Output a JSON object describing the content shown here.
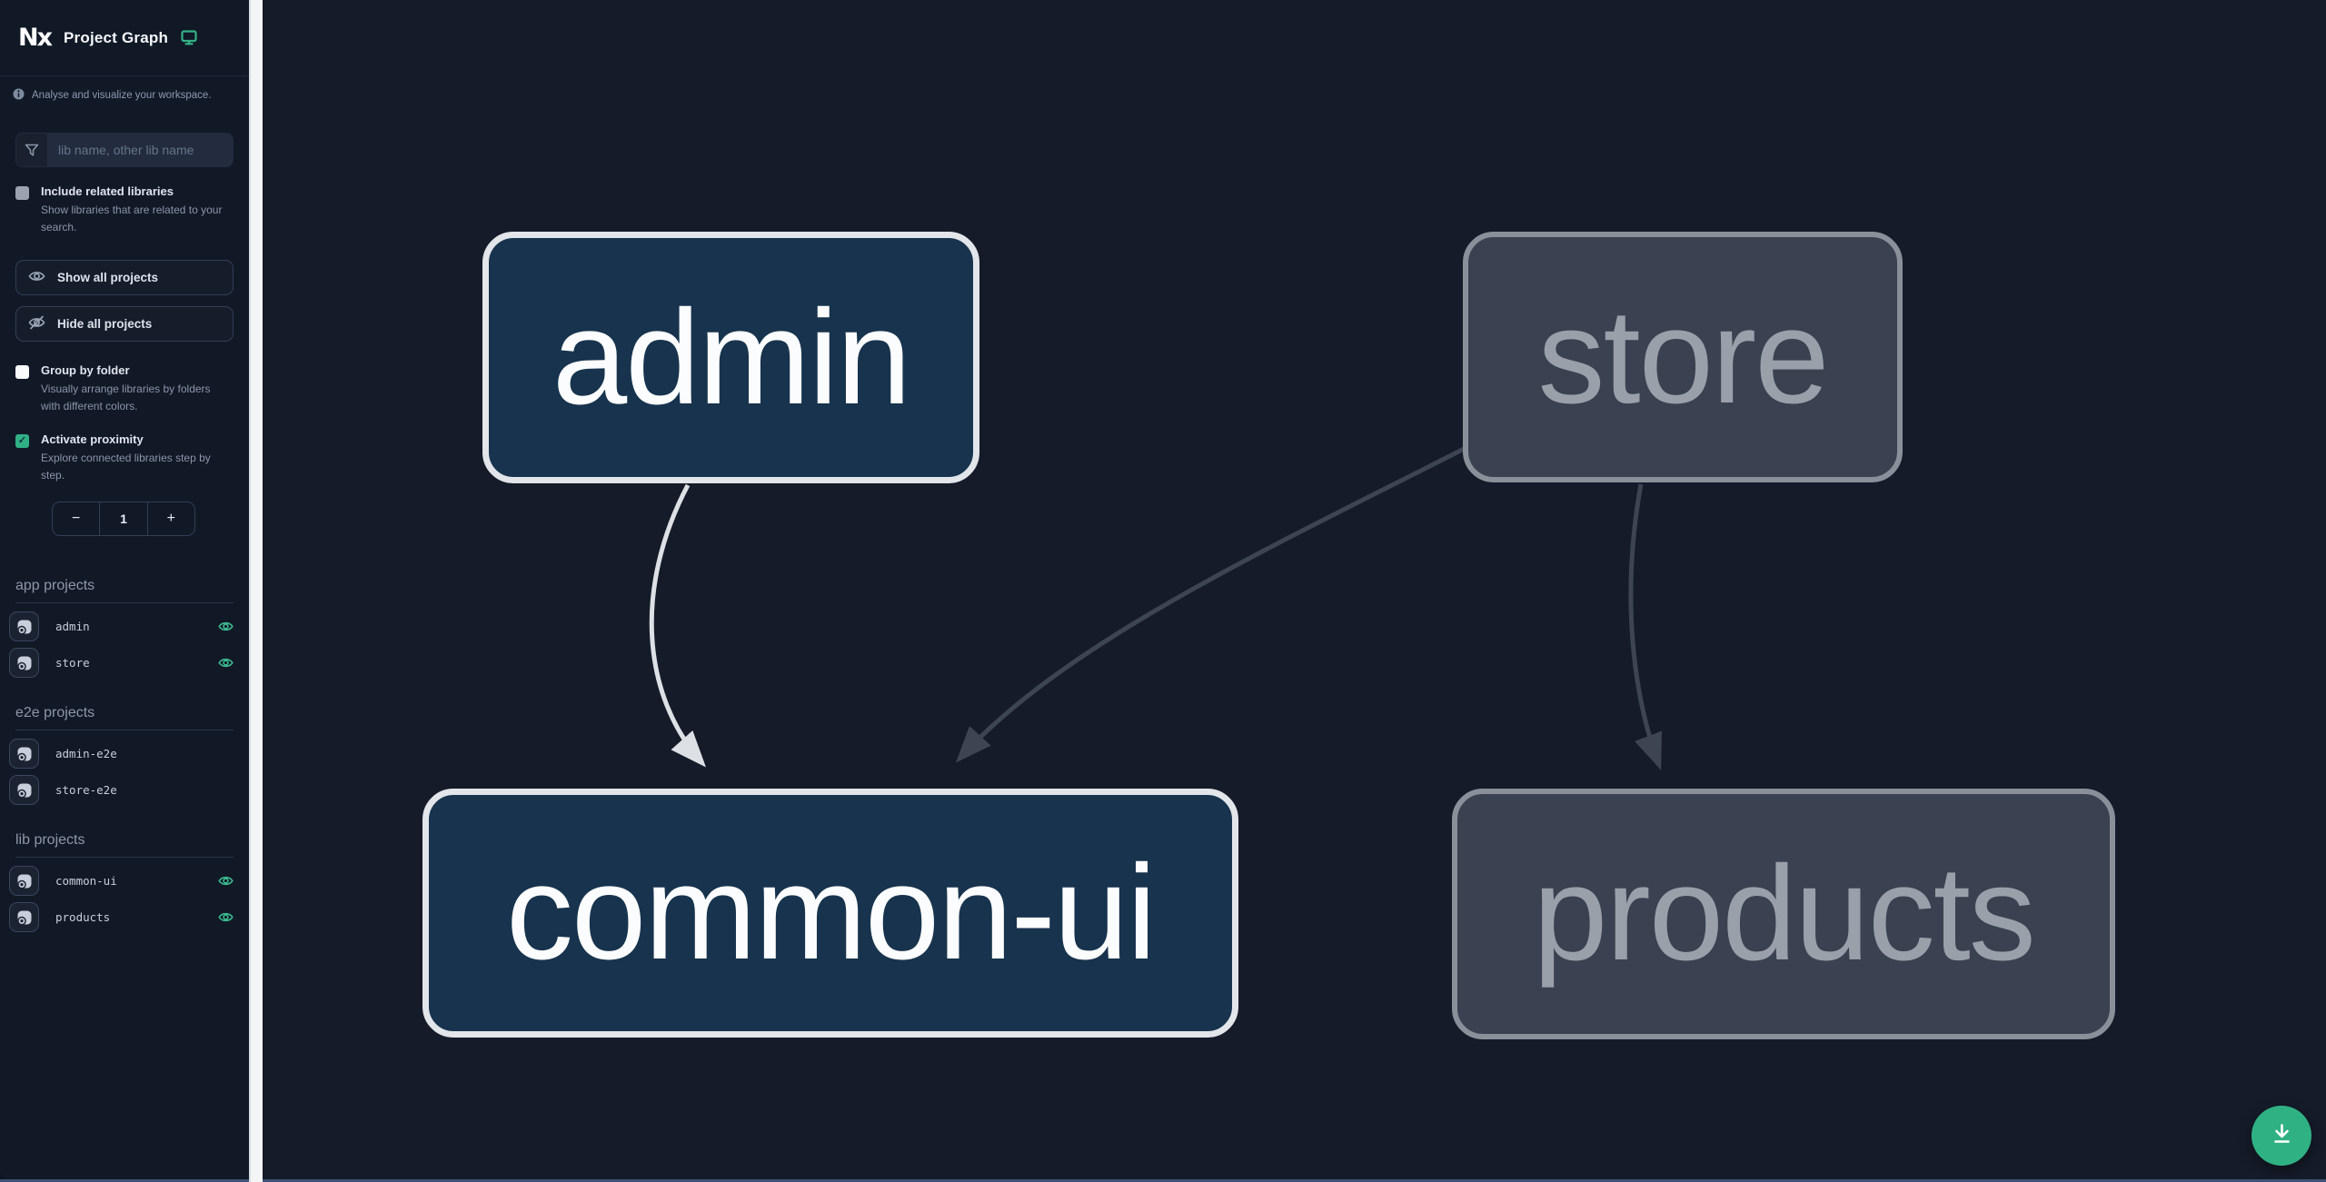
{
  "header": {
    "title": "Project Graph",
    "logo_text": "Nx"
  },
  "sidebar": {
    "tagline": "Analyse and visualize your workspace.",
    "search": {
      "placeholder": "lib name, other lib name",
      "value": ""
    },
    "toggles": [
      {
        "label": "Include related libraries",
        "description": "Show libraries that are related to your search.",
        "checked": false
      },
      {
        "label": "Group by folder",
        "description": "Visually arrange libraries by folders with different colors.",
        "checked": false
      },
      {
        "label": "Activate proximity",
        "description": "Explore connected libraries step by step.",
        "checked": true
      }
    ],
    "actions": [
      {
        "label": "Show all projects",
        "icon": "eye-icon"
      },
      {
        "label": "Hide all projects",
        "icon": "eye-off-icon"
      }
    ],
    "proximity": {
      "decrement_label": "−",
      "value": "1",
      "increment_label": "+",
      "check_glyph": "✓"
    },
    "sections": [
      {
        "title": "app projects",
        "items": [
          {
            "name": "admin",
            "visible": true
          },
          {
            "name": "store",
            "visible": true
          }
        ]
      },
      {
        "title": "e2e projects",
        "items": [
          {
            "name": "admin-e2e",
            "visible": false
          },
          {
            "name": "store-e2e",
            "visible": false
          }
        ]
      },
      {
        "title": "lib projects",
        "items": [
          {
            "name": "common-ui",
            "visible": true
          },
          {
            "name": "products",
            "visible": true
          }
        ]
      }
    ]
  },
  "graph": {
    "nodes": [
      {
        "label": "admin",
        "state": "focused"
      },
      {
        "label": "store",
        "state": "dimmed"
      },
      {
        "label": "common-ui",
        "state": "focused"
      },
      {
        "label": "products",
        "state": "dimmed"
      }
    ],
    "edges": [
      {
        "from": "admin",
        "to": "common-ui",
        "state": "highlighted"
      },
      {
        "from": "store",
        "to": "common-ui",
        "state": "dimmed"
      },
      {
        "from": "store",
        "to": "products",
        "state": "dimmed"
      }
    ]
  },
  "fab": {
    "icon": "download-icon"
  },
  "colors": {
    "accent_teal": "#30b183",
    "eye_teal": "#3cba8e",
    "node_focused_bg": "#17334d",
    "node_focused_border": "#e2e5ea",
    "node_dimmed_bg": "#3a4150",
    "node_dimmed_border": "#8a9099",
    "edge_highlight": "#dde1e6",
    "edge_dimmed": "#3d4553",
    "sidebar_bg": "#111927",
    "canvas_bg": "#151b29"
  }
}
